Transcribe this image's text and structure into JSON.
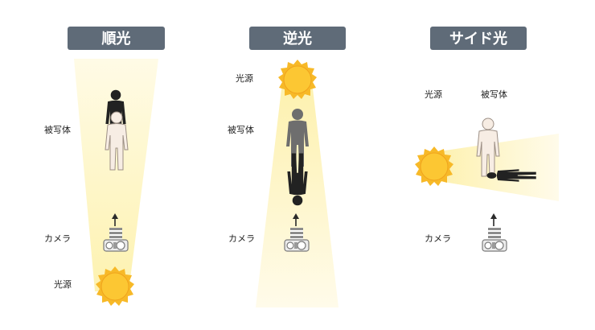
{
  "colors": {
    "title_bg": "#5f6b78",
    "beam": "#fdf6c8",
    "sun": "#f7b928",
    "sun_core": "#fcc733",
    "silhouette_dark": "#222222",
    "silhouette_mid": "#6e6e6e",
    "silhouette_light": "#f7ede4",
    "arrow": "#2a2a2a"
  },
  "panels": [
    {
      "title": "順光",
      "labels": {
        "subject": "被写体",
        "camera": "カメラ",
        "light": "光源"
      }
    },
    {
      "title": "逆光",
      "labels": {
        "light": "光源",
        "subject": "被写体",
        "camera": "カメラ"
      }
    },
    {
      "title": "サイド光",
      "labels": {
        "light": "光源",
        "subject": "被写体",
        "camera": "カメラ"
      }
    }
  ]
}
